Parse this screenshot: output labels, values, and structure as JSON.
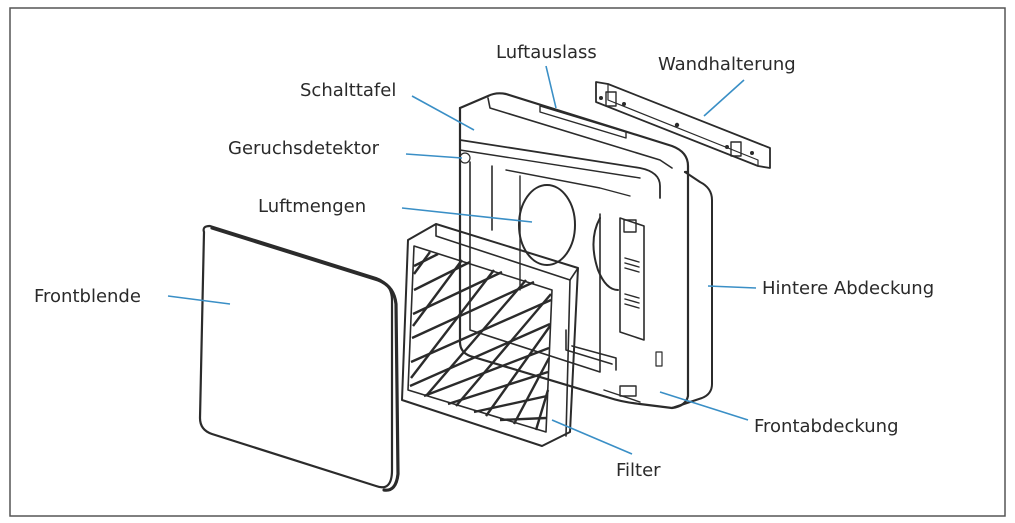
{
  "labels": {
    "luftauslass": "Luftauslass",
    "wandhalterung": "Wandhalterung",
    "schalttafel": "Schalttafel",
    "geruchsdetektor": "Geruchsdetektor",
    "luftmengen": "Luftmengen",
    "frontblende": "Frontblende",
    "hintere_abdeckung": "Hintere Abdeckung",
    "frontabdeckung": "Frontabdeckung",
    "filter": "Filter"
  },
  "colors": {
    "callout_line": "#3a8fc6",
    "frame_border": "#555555",
    "ink": "#2b2b2b"
  }
}
